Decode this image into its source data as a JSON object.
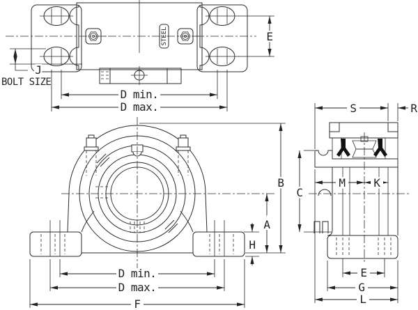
{
  "colors": {
    "line": "#2a2a2a",
    "background": "#ffffff",
    "seal_fill": "#111111",
    "text": "#222222"
  },
  "top_view": {
    "steel_tag": "STEEL",
    "e": "E",
    "j": "J",
    "bolt_size": "BOLT SIZE",
    "d_min": "D min.",
    "d_max": "D max."
  },
  "front_view": {
    "b": "B",
    "a": "A",
    "h": "H",
    "d_min": "D min.",
    "d_max": "D max.",
    "f": "F"
  },
  "side_view": {
    "s": "S",
    "r": "R",
    "c": "C",
    "m": "M",
    "k": "K",
    "e": "E",
    "g": "G",
    "l": "L"
  }
}
